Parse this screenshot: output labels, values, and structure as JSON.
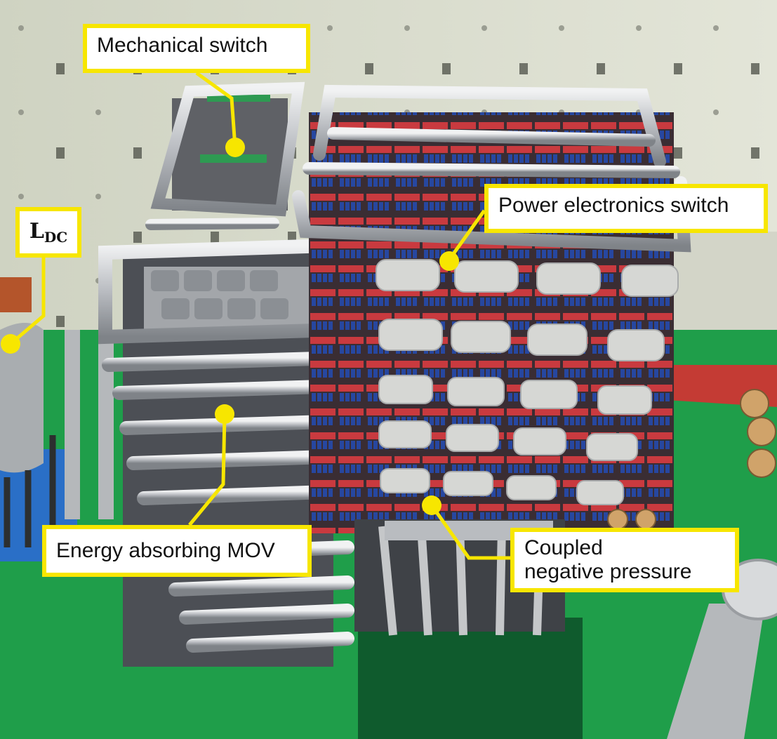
{
  "labels": {
    "mechanical_switch": "Mechanical switch",
    "power_electronics_switch": "Power electronics switch",
    "energy_absorbing_mov": "Energy absorbing MOV",
    "coupled_negative_pressure_line1": "Coupled",
    "coupled_negative_pressure_line2": "negative pressure",
    "ldc_main": "L",
    "ldc_sub": "DC"
  },
  "colors": {
    "callout_border": "#f7e600",
    "leader_line": "#f7e600",
    "floor": "#1f9e4a",
    "wall": "#d9dccd",
    "pipe": "#c9ccd0"
  }
}
